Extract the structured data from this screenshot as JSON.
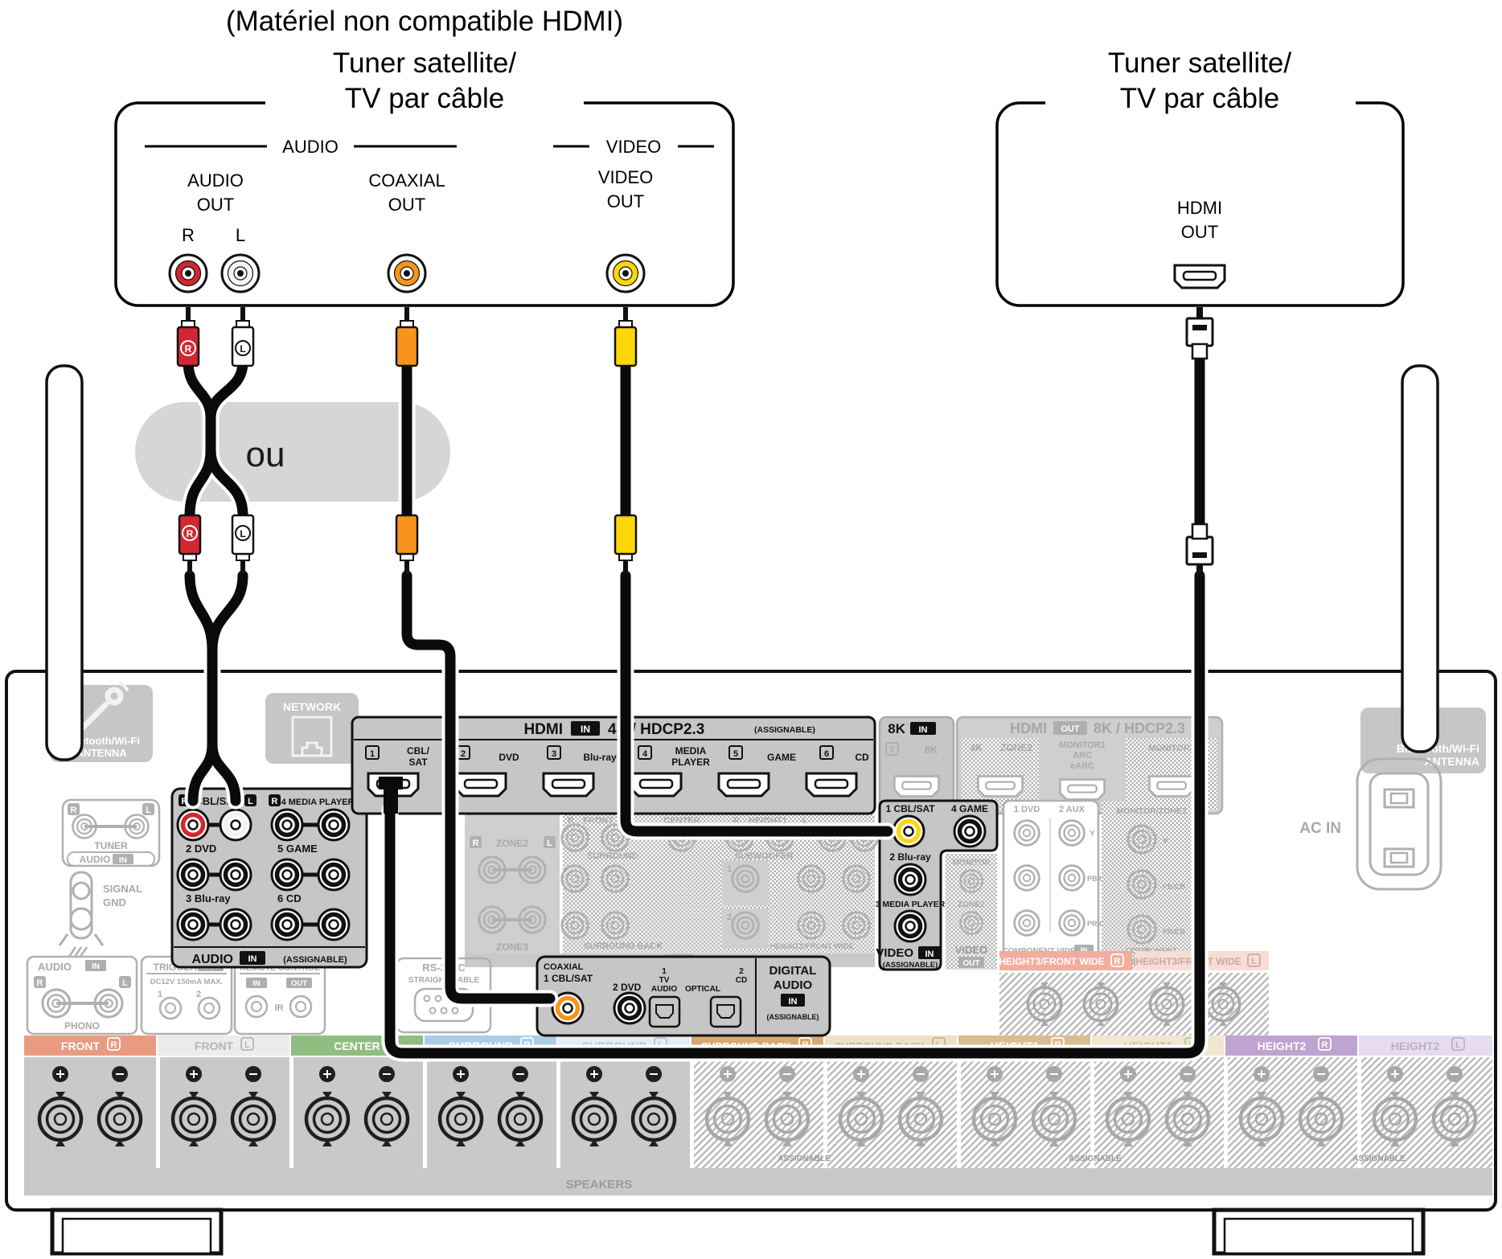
{
  "annotation": "(Matériel non compatible HDMI)",
  "ou": "ou",
  "left_device": {
    "title1": "Tuner satellite/",
    "title2": "TV par câble",
    "group_audio": "AUDIO",
    "group_video": "VIDEO",
    "audio_out1": "AUDIO",
    "audio_out2": "OUT",
    "coax1": "COAXIAL",
    "coax2": "OUT",
    "video1": "VIDEO",
    "video2": "OUT",
    "r": "R",
    "l": "L"
  },
  "right_device": {
    "title1": "Tuner satellite/",
    "title2": "TV par câble",
    "hdmi1": "HDMI",
    "hdmi2": "OUT"
  },
  "plugs": {
    "r": "R",
    "l": "L"
  },
  "colors": {
    "rca_red": "#d22730",
    "rca_white": "#ffffff",
    "coax_orange": "#f7941d",
    "video_yellow": "#ffd60a",
    "inactive_gray": "#b0b0b0",
    "block_gray": "#c6c6c6"
  },
  "r": {
    "network": "NETWORK",
    "btl1": "Bluetooth/Wi-Fi",
    "btl2": "ANTENNA",
    "btr1": "Bluetooth/Wi-Fi",
    "btr2": "ANTENNA",
    "tuner": "TUNER",
    "tuner_audio": "AUDIO",
    "tuner_in": "IN",
    "gnd1": "SIGNAL",
    "gnd2": "GND",
    "audio_in": {
      "rt": "R",
      "lt": "L",
      "row1a": "CBL/SAT",
      "row1b": "4 MEDIA PLAYER",
      "row2a": "2 DVD",
      "row2b": "5 GAME",
      "row3a": "3 Blu-ray",
      "row3b": "6 CD",
      "f1": "AUDIO",
      "ftag": "IN",
      "f2": "(ASSIGNABLE)"
    },
    "hdmi_in": {
      "h1": "HDMI",
      "htag": "IN",
      "h2": "4K / HDCP2.3",
      "h3": "(ASSIGNABLE)",
      "n1": "1",
      "n2": "2",
      "n3": "3",
      "n4": "4",
      "n5": "5",
      "n6": "6",
      "l1a": "CBL/",
      "l1b": "SAT",
      "l2": "DVD",
      "l3": "Blu-ray",
      "l4a": "MEDIA",
      "l4b": "PLAYER",
      "l5": "GAME",
      "l6": "CD"
    },
    "hdmi8k": {
      "h1": "8K",
      "htag": "IN",
      "n": "7",
      "l": "8K"
    },
    "hdmi_out": {
      "h1": "HDMI",
      "htag": "OUT",
      "h2": "8K / HDCP2.3",
      "p1a": "4K",
      "p1b": "ZONE2",
      "p2a": "MONITOR1",
      "p2b": "ARC",
      "p2c": "eARC",
      "p3": "MONITOR2"
    },
    "video_in": {
      "r1a": "1 CBL/SAT",
      "r1b": "4 GAME",
      "r2": "2 Blu-ray",
      "r3": "3 MEDIA PLAYER",
      "f1": "VIDEO",
      "ftag": "IN",
      "f2": "(ASSIGNABLE)"
    },
    "video_out": {
      "p1": "MONITOR",
      "p2": "ZONE2",
      "f1": "VIDEO",
      "ftag": "OUT"
    },
    "comp_in": {
      "c1": "1 DVD",
      "c2": "2 AUX",
      "y": "Y",
      "pb": "PB/CB",
      "pr": "PR/CR",
      "f1": "COMPONENT VIDEO",
      "ftag": "IN",
      "f2": "(ASSIGNABLE)"
    },
    "comp_out": {
      "t": "MONITOR/ZONE2",
      "y": "Y",
      "pb": "PB/CB",
      "pr": "PR/CR",
      "f1": "COMPONENT",
      "f2": "VIDEO",
      "ftag": "OUT"
    },
    "ac_in": "AC IN",
    "pre_out": {
      "rt": "R",
      "lt": "L",
      "zone2": "ZONE2",
      "zone3": "ZONE3",
      "front": "FRONT",
      "center": "CENTER",
      "height1": "HEIGHT1",
      "surround": "SURROUND",
      "subwoofer": "SUBWOOFER",
      "sw1": "1",
      "sw2": "2",
      "surround_back": "SURROUND BACK",
      "height3": "HEIGHT3/FRONT WIDE",
      "f1": "PRE",
      "ftag": "OUT"
    },
    "phono": {
      "t1": "AUDIO",
      "ftag": "IN",
      "rt": "R",
      "lt": "L",
      "name": "PHONO"
    },
    "trigger": {
      "t1": "TRIGGER",
      "ftag": "OUT",
      "t2": "DC12V 150mA MAX.",
      "n1": "1",
      "n2": "2"
    },
    "remote": {
      "t1": "REMOTE CONTROL",
      "tin": "IN",
      "tout": "OUT",
      "ir": "IR"
    },
    "rs232": {
      "t1": "RS-232C",
      "t2": "STRAIGHT CABLE"
    },
    "digital": {
      "coaxial": "COAXIAL",
      "c1": "1 CBL/SAT",
      "c2": "2 DVD",
      "o1a": "1",
      "o1b": "TV",
      "o1c": "AUDIO",
      "optical": "OPTICAL",
      "o2a": "2",
      "o2b": "CD",
      "f1": "DIGITAL",
      "f2": "AUDIO",
      "ftag": "IN",
      "f3": "(ASSIGNABLE)"
    },
    "h3chips": {
      "rl": "HEIGHT3/FRONT WIDE",
      "rtag": "R",
      "ll": "HEIGHT3/FRONT WIDE",
      "ltag": "L"
    },
    "speakers": {
      "chips": [
        {
          "label": "FRONT",
          "tag": "R"
        },
        {
          "label": "FRONT",
          "tag": "L"
        },
        {
          "label": "CENTER",
          "tag": ""
        },
        {
          "label": "SURROUND",
          "tag": "R"
        },
        {
          "label": "SURROUND",
          "tag": "L"
        },
        {
          "label": "SURROUND BACK",
          "tag": "R"
        },
        {
          "label": "SURROUND BACK",
          "tag": "L"
        },
        {
          "label": "HEIGHT1",
          "tag": "R"
        },
        {
          "label": "HEIGHT1",
          "tag": "L"
        },
        {
          "label": "HEIGHT2",
          "tag": "R"
        },
        {
          "label": "HEIGHT2",
          "tag": "L"
        }
      ],
      "assignable": "ASSIGNABLE",
      "footer": "SPEAKERS"
    }
  }
}
